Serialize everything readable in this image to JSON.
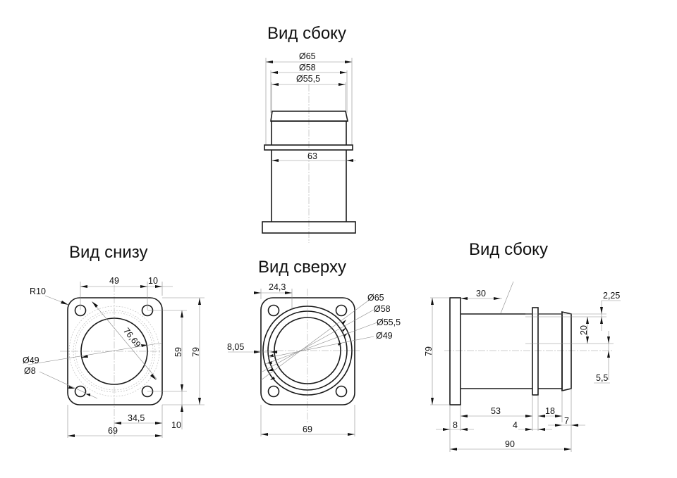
{
  "titles": {
    "side_view_top": "Вид сбоку",
    "bottom_view": "Вид снизу",
    "top_view": "Вид сверху",
    "side_view_right": "Вид сбоку"
  },
  "side_view_top": {
    "d65": "Ø65",
    "d58": "Ø58",
    "d55_5": "Ø55,5",
    "w63": "63"
  },
  "bottom_view": {
    "r10": "R10",
    "w49": "49",
    "w10_top": "10",
    "diag": "76,69",
    "d49": "Ø49",
    "d8": "Ø8",
    "h59": "59",
    "h79": "79",
    "w34_5": "34,5",
    "h10_bottom": "10",
    "w69": "69"
  },
  "top_view": {
    "w24_3": "24,3",
    "d65": "Ø65",
    "d58": "Ø58",
    "d55_5": "Ø55,5",
    "d49": "Ø49",
    "w8_05": "8,05",
    "w69": "69"
  },
  "side_view_right": {
    "w30": "30",
    "h2_25": "2,25",
    "h20": "20",
    "h79": "79",
    "h5_5": "5,5",
    "w53": "53",
    "w18": "18",
    "w8": "8",
    "w4": "4",
    "w7": "7",
    "w90": "90"
  }
}
